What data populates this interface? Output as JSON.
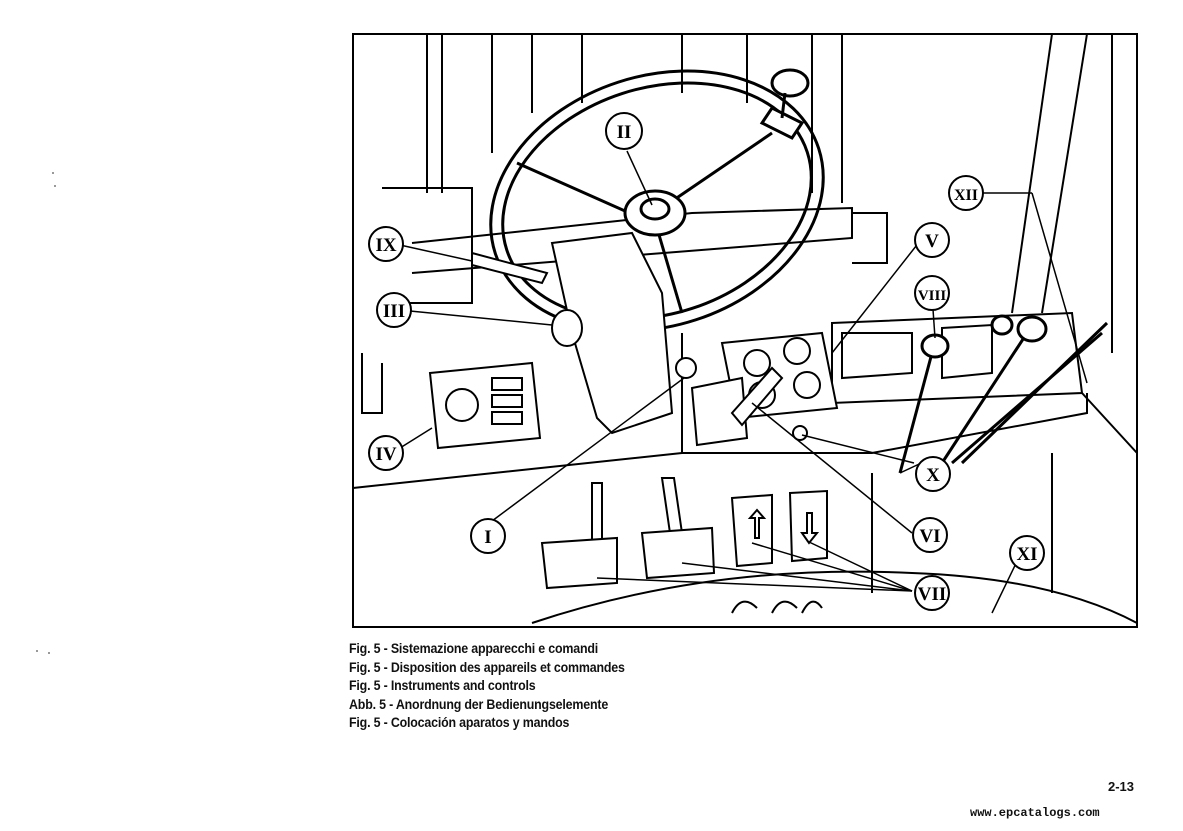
{
  "figure": {
    "callouts": {
      "c1": "I",
      "c2": "II",
      "c3": "III",
      "c4": "IV",
      "c5": "V",
      "c6": "VI",
      "c7": "VII",
      "c8": "VIII",
      "c9": "IX",
      "c10": "X",
      "c11": "XI",
      "c12": "XII"
    }
  },
  "caption": {
    "it": "Fig. 5 - Sistemazione apparecchi e comandi",
    "fr": "Fig. 5 - Disposition des appareils et commandes",
    "en": "Fig. 5 - Instruments and controls",
    "de": "Abb. 5 - Anordnung der Bedienungselemente",
    "es": "Fig. 5 - Colocación aparatos y mandos"
  },
  "page_number": "2-13",
  "website": "www.epcatalogs.com"
}
